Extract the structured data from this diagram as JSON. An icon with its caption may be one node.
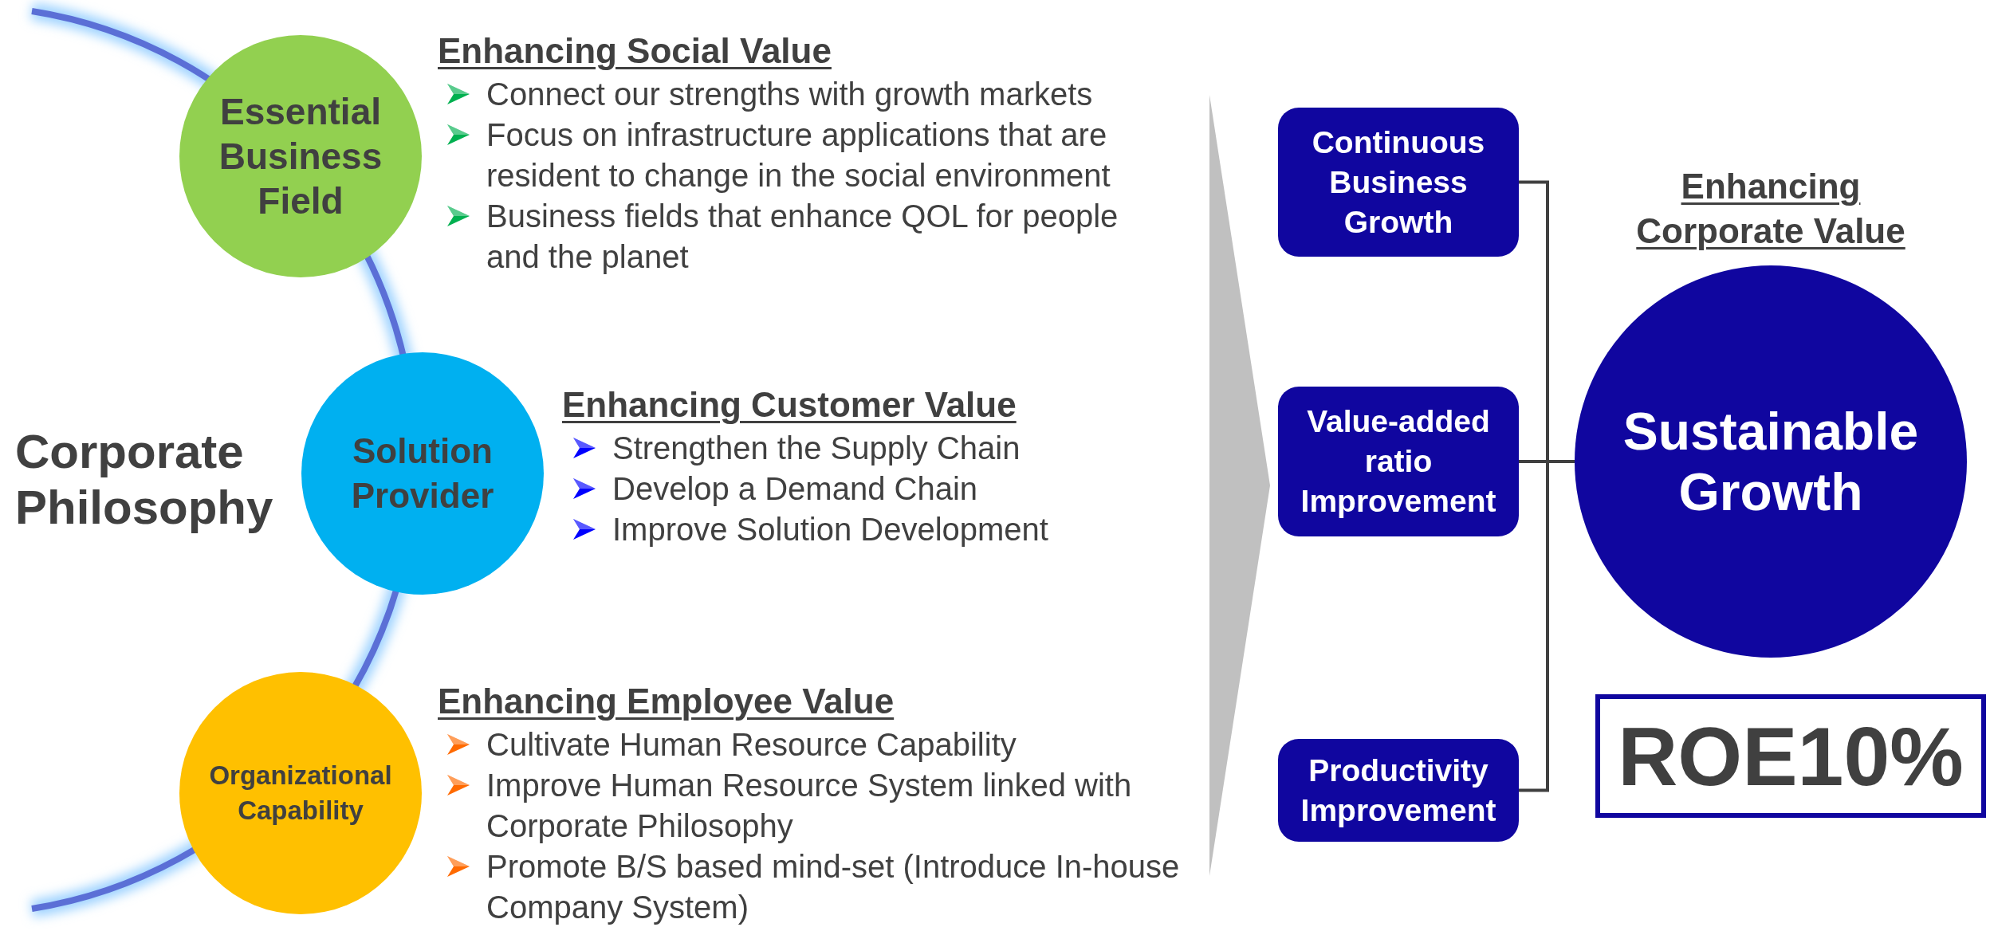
{
  "diagram": {
    "nodes": [
      {
        "text": [
          "Essential Business Field"
        ],
        "beside": [
          "Enhancing Social Value",
          "Connect our strengths with growth markets",
          "Focus on infrastructure applications that are resident to change in the social environment",
          "Business fields that enhance QOL for people and the planet"
        ]
      },
      {
        "text": [
          "Solution Provider"
        ],
        "beside": [
          "Enhancing Customer Value",
          "Strengthen the Supply Chain",
          "Develop a Demand Chain",
          "Improve Solution Development"
        ]
      },
      {
        "text": [
          "Organizational Capability"
        ],
        "beside": [
          "Enhancing Employee Value",
          "Cultivate Human Resource Capability",
          "Improve Human Resource System linked with Corporate Philosophy",
          "Promote B/S based mind-set (Introduce In-house Company System)"
        ]
      },
      {
        "text": [],
        "shape": "chevron"
      },
      {
        "text": [
          "Continuous Business Growth"
        ]
      },
      {
        "text": [
          "Value-added ratio Improvement"
        ]
      },
      {
        "text": [
          "Productivity Improvement"
        ]
      },
      {
        "text": [
          "Sustainable Growth"
        ],
        "beside": [
          "Enhancing Corporate Value"
        ]
      },
      {
        "text": [
          "ROE10%"
        ]
      }
    ],
    "edges": [
      {
        "from": 4,
        "to": 7,
        "arrow": "none"
      },
      {
        "from": 5,
        "to": 7,
        "arrow": "none"
      },
      {
        "from": 6,
        "to": 7,
        "arrow": "none"
      }
    ],
    "labels": [
      "Corporate Philosophy"
    ]
  }
}
